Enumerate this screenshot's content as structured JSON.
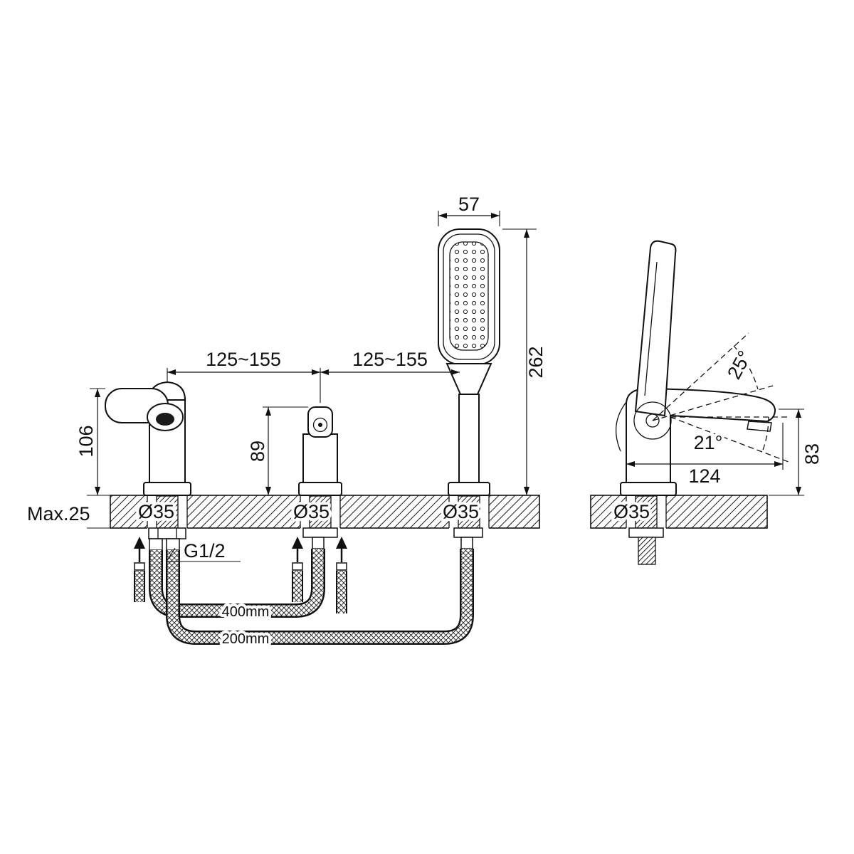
{
  "labels": {
    "shower_head_width": "57",
    "shower_total_height": "262",
    "spacing_mixer_diverter": "125~155",
    "spacing_diverter_shower": "125~155",
    "mixer_height": "106",
    "diverter_height": "89",
    "deck_thickness": "Max.25",
    "hole_mixer": "Ø35",
    "hole_diverter": "Ø35",
    "hole_shower": "Ø35",
    "hole_side": "Ø35",
    "thread_size": "G1/2",
    "hose_upper": "400mm",
    "hose_lower": "200mm",
    "handle_angle": "25°",
    "spout_angle": "21°",
    "spout_reach": "124",
    "spout_height": "83"
  },
  "colors": {
    "line": "#111111",
    "background": "#ffffff"
  }
}
